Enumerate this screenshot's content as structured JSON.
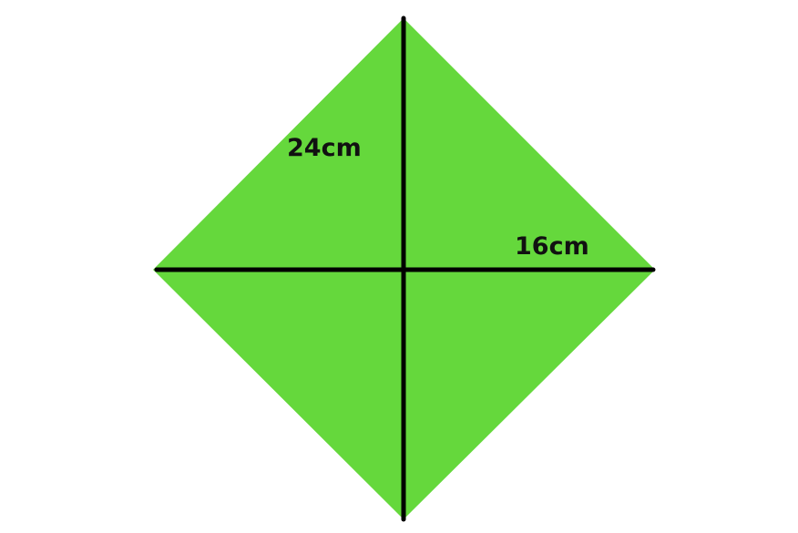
{
  "diagram": {
    "shape": "rhombus",
    "fill_color": "#65d83c",
    "line_color": "#000000",
    "background_color": "#ffffff",
    "labels": {
      "vertical_diagonal": "24cm",
      "horizontal_diagonal": "16cm"
    }
  }
}
